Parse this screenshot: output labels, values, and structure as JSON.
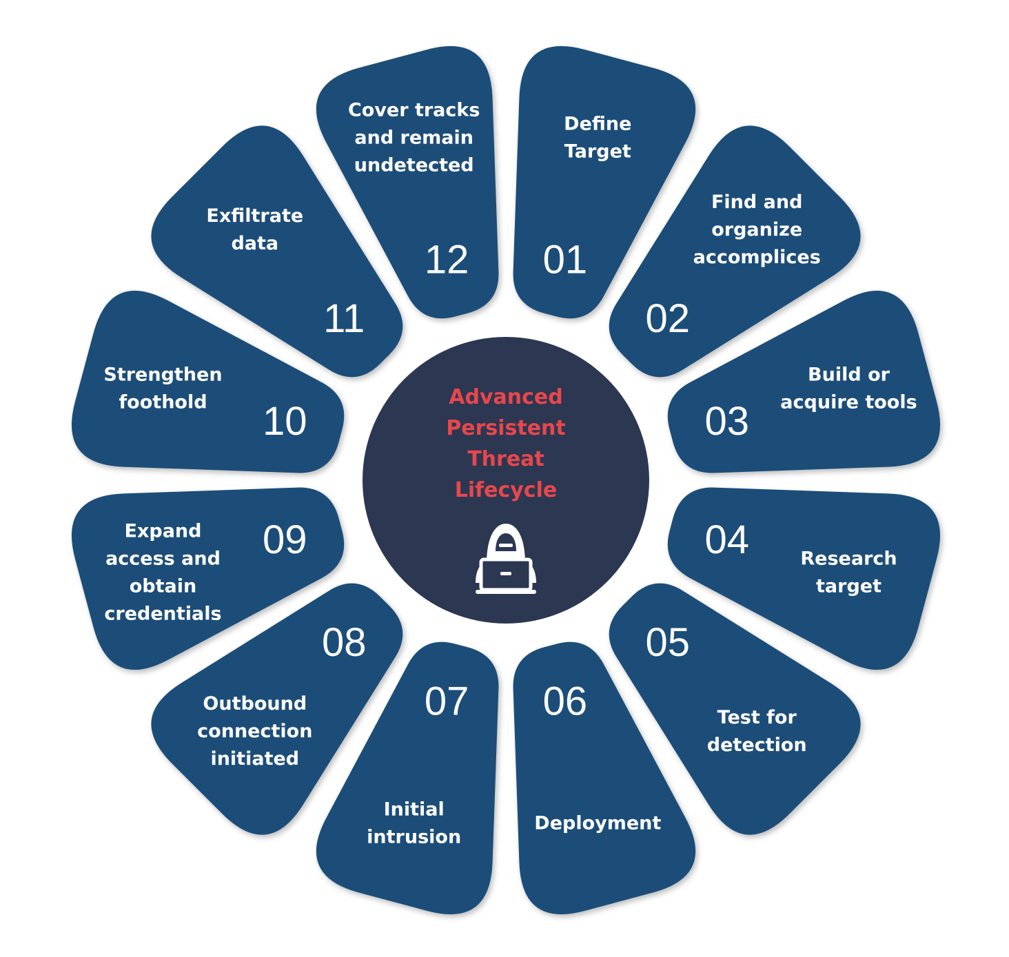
{
  "colors": {
    "petal": "#1b4e79",
    "center": "#2c3752",
    "title": "#e8474c",
    "text": "#ffffff"
  },
  "center": {
    "title_lines": [
      "Advanced",
      "Persistent",
      "Threat",
      "Lifecycle"
    ],
    "icon": "hacker-laptop-icon"
  },
  "steps": [
    {
      "number": "01",
      "lines": [
        "Define",
        "Target"
      ]
    },
    {
      "number": "02",
      "lines": [
        "Find and",
        "organize",
        "accomplices"
      ]
    },
    {
      "number": "03",
      "lines": [
        "Build or",
        "acquire tools"
      ]
    },
    {
      "number": "04",
      "lines": [
        "Research",
        "target"
      ]
    },
    {
      "number": "05",
      "lines": [
        "Test for",
        "detection"
      ]
    },
    {
      "number": "06",
      "lines": [
        "Deployment"
      ]
    },
    {
      "number": "07",
      "lines": [
        "Initial",
        "intrusion"
      ]
    },
    {
      "number": "08",
      "lines": [
        "Outbound",
        "connection",
        "initiated"
      ]
    },
    {
      "number": "09",
      "lines": [
        "Expand",
        "access and",
        "obtain",
        "credentials"
      ]
    },
    {
      "number": "10",
      "lines": [
        "Strengthen",
        "foothold"
      ]
    },
    {
      "number": "11",
      "lines": [
        "Exfiltrate",
        "data"
      ]
    },
    {
      "number": "12",
      "lines": [
        "Cover tracks",
        "and remain",
        "undetected"
      ]
    }
  ]
}
